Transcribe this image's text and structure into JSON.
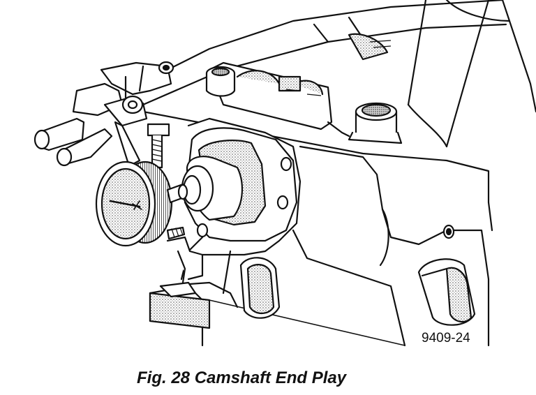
{
  "figure": {
    "illustration_subject": "dial-indicator-on-camshaft-engine-illustration",
    "figure_id": "9409-24",
    "caption": "Fig. 28 Camshaft End Play"
  },
  "colors": {
    "ink": "#111111",
    "paper": "#ffffff",
    "stipple": "#bdbdbd"
  }
}
